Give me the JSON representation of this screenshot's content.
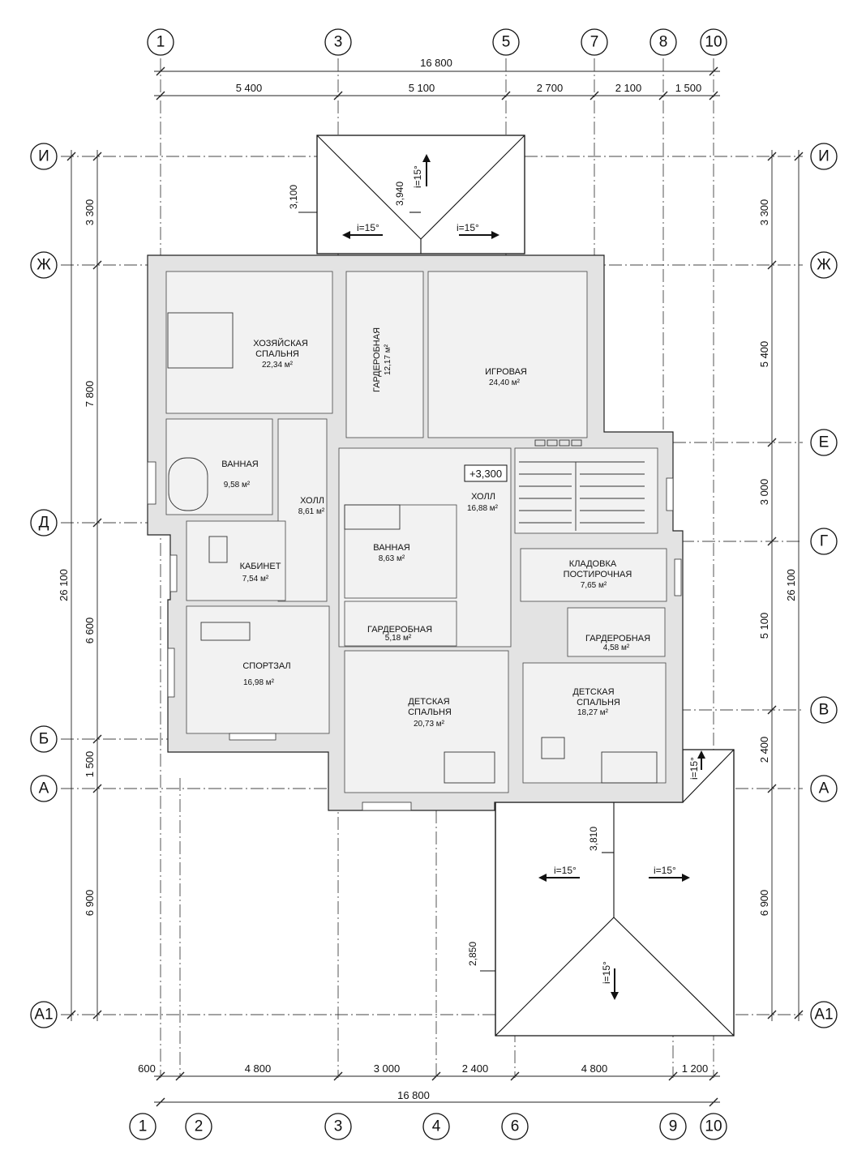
{
  "axes": {
    "top": [
      "1",
      "3",
      "5",
      "7",
      "8",
      "10"
    ],
    "bottom": [
      "1",
      "2",
      "3",
      "4",
      "6",
      "9",
      "10"
    ],
    "left": [
      "И",
      "Ж",
      "Д",
      "Б",
      "А",
      "А1"
    ],
    "right": [
      "И",
      "Ж",
      "Е",
      "Г",
      "В",
      "А",
      "А1"
    ]
  },
  "dimensions": {
    "top_total": "16 800",
    "top_chain": [
      "5 400",
      "5 100",
      "2 700",
      "2 100",
      "1 500"
    ],
    "bottom_total": "16 800",
    "bottom_chain": [
      "600",
      "4 800",
      "3 000",
      "2 400",
      "4 800",
      "1 200"
    ],
    "left_total": "26 100",
    "left_chain": [
      "3 300",
      "7 800",
      "6 600",
      "1 500",
      "6 900"
    ],
    "right_total": "26 100",
    "right_chain": [
      "3 300",
      "5 400",
      "3 000",
      "5 100",
      "2 400",
      "6 900"
    ]
  },
  "rooms": [
    {
      "name": "ХОЗЯЙСКАЯ",
      "name2": "СПАЛЬНЯ",
      "area": "22,34 м²"
    },
    {
      "name": "ГАРДЕРОБНАЯ",
      "area": "12,17 м²"
    },
    {
      "name": "ИГРОВАЯ",
      "area": "24,40 м²"
    },
    {
      "name": "ВАННАЯ",
      "area": "9,58 м²"
    },
    {
      "name": "ХОЛЛ",
      "area": "8,61 м²"
    },
    {
      "name": "ХОЛЛ",
      "area": "16,88 м²"
    },
    {
      "name": "КАБИНЕТ",
      "area": "7,54 м²"
    },
    {
      "name": "ВАННАЯ",
      "area": "8,63 м²"
    },
    {
      "name": "КЛАДОВКА",
      "name2": "ПОСТИРОЧНАЯ",
      "area": "7,65 м²"
    },
    {
      "name": "ГАРДЕРОБНАЯ",
      "area": "5,18 м²"
    },
    {
      "name": "ГАРДЕРОБНАЯ",
      "area": "4,58 м²"
    },
    {
      "name": "СПОРТЗАЛ",
      "area": "16,98 м²"
    },
    {
      "name": "ДЕТСКАЯ",
      "name2": "СПАЛЬНЯ",
      "area": "20,73 м²"
    },
    {
      "name": "ДЕТСКАЯ",
      "name2": "СПАЛЬНЯ",
      "area": "18,27 м²"
    }
  ],
  "level_mark": "+3,300",
  "roof_top": {
    "height_left": "3,100",
    "height_ridge": "3,940",
    "slope": "i=15°"
  },
  "roof_bottom": {
    "height_ridge": "3,810",
    "height_left": "2,850",
    "slope": "i=15°"
  }
}
